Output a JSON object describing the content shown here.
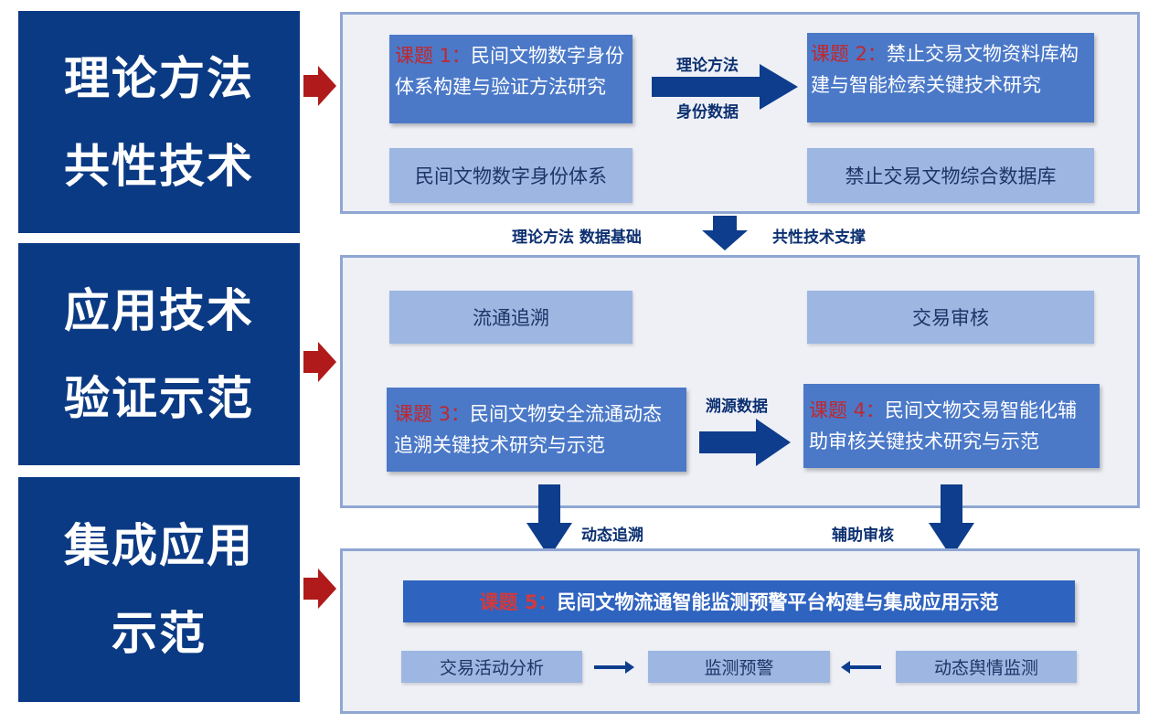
{
  "left_blocks": [
    {
      "line1": "理论方法",
      "line2": "共性技术"
    },
    {
      "line1": "应用技术",
      "line2": "验证示范"
    },
    {
      "line1": "集成应用",
      "line2": "示范"
    }
  ],
  "section1": {
    "topic1": {
      "prefix": "课题 1：",
      "text": "民间文物数字身份体系构建与验证方法研究"
    },
    "topic2": {
      "prefix": "课题 2：",
      "text": "禁止交易文物资料库构建与智能检索关键技术研究"
    },
    "arrow_label_1": "理论方法",
    "arrow_label_2": "身份数据",
    "output1": "民间文物数字身份体系",
    "output2": "禁止交易文物综合数据库"
  },
  "between12": {
    "label_left": "理论方法  数据基础",
    "label_right": "共性技术支撑"
  },
  "section2": {
    "box_trace": "流通追溯",
    "box_audit": "交易审核",
    "topic3": {
      "prefix": "课题 3：",
      "text": "民间文物安全流通动态追溯关键技术研究与示范"
    },
    "topic4": {
      "prefix": "课题 4：",
      "text": "民间文物交易智能化辅助审核关键技术研究与示范"
    },
    "arrow_label": "溯源数据"
  },
  "between23": {
    "label_left": "动态追溯",
    "label_right": "辅助审核"
  },
  "section3": {
    "topic5": {
      "prefix": "课题 5：",
      "text": "民间文物流通智能监测预警平台构建与集成应用示范"
    },
    "box_left": "交易活动分析",
    "box_mid": "监测预警",
    "box_right": "动态舆情监测"
  },
  "colors": {
    "navy": "#0b3a84",
    "arrow_red": "#b01a1a",
    "panel_border": "#8fa6d2",
    "topic_box": "#4b79c8",
    "light_box": "#9db7e2",
    "topic_prefix": "#c0272d"
  }
}
